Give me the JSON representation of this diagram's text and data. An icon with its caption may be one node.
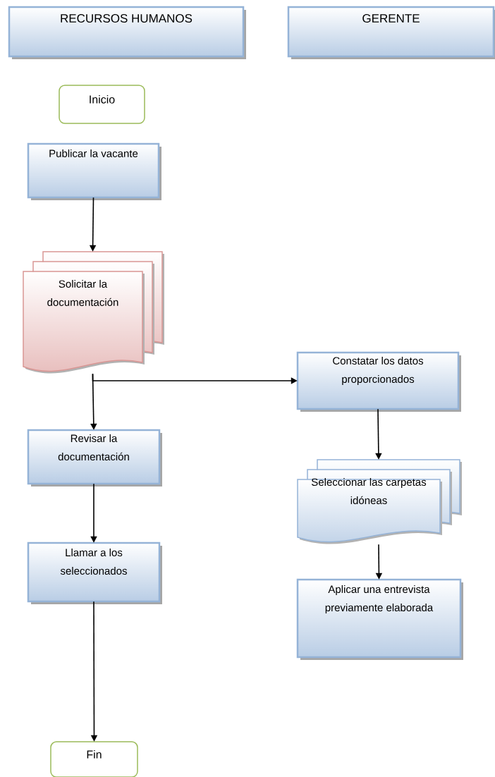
{
  "diagram": {
    "nodes": [
      {
        "text": [
          "RECURSOS HUMANOS"
        ]
      },
      {
        "text": [
          "GERENTE"
        ]
      },
      {
        "text": [
          "Inicio"
        ]
      },
      {
        "text": [
          "Publicar la vacante"
        ]
      },
      {
        "text": [
          "Solicitar la documentación"
        ]
      },
      {
        "text": [
          "Constatar los datos proporcionados"
        ]
      },
      {
        "text": [
          "Revisar la documentación"
        ]
      },
      {
        "text": [
          "Seleccionar las carpetas idóneas"
        ]
      },
      {
        "text": [
          "Llamar a los seleccionados"
        ]
      },
      {
        "text": [
          "Aplicar una entrevista previamente elaborada"
        ]
      },
      {
        "text": [
          "Fin"
        ]
      }
    ],
    "edges": [
      {
        "from": 3,
        "to": 4,
        "arrow": "to"
      },
      {
        "from": 4,
        "to": 6,
        "arrow": "to"
      },
      {
        "from": 4,
        "to": 5,
        "arrow": "to"
      },
      {
        "from": 5,
        "to": 7,
        "arrow": "to"
      },
      {
        "from": 7,
        "to": 9,
        "arrow": "to"
      },
      {
        "from": 6,
        "to": 8,
        "arrow": "to"
      },
      {
        "from": 8,
        "to": 10,
        "arrow": "to"
      }
    ]
  }
}
